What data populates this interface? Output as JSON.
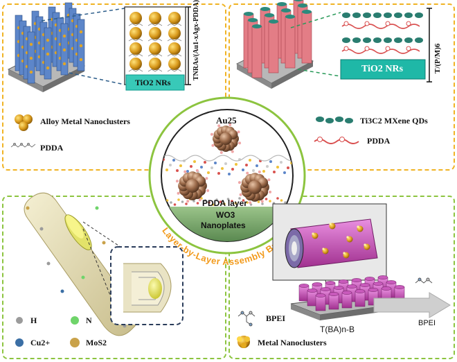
{
  "colors": {
    "top_panel_border": "#f0b323",
    "bottom_panel_border": "#8cc43f",
    "circle_ring": "#8cc43f",
    "arc_text": "#f29a1b",
    "tio2_box": "#38c9b8",
    "tio2_box_dark": "#0e9a8e"
  },
  "top_left": {
    "vertical_label": "TNRAs/(Au1-xAgx-PDDA)n",
    "tio2_label": "TiO2 NRs",
    "legend": [
      {
        "icon": "alloy-nanocluster-icon",
        "label": "Alloy Metal Nanoclusters"
      },
      {
        "icon": "pdda-molecule-icon",
        "label": "PDDA"
      }
    ]
  },
  "top_right": {
    "vertical_label": "T/(P/M)6",
    "tio2_label": "TiO2 NRs",
    "legend": [
      {
        "icon": "mxene-qd-icon",
        "label": "Ti3C2 MXene QDs"
      },
      {
        "icon": "pdda-chain-icon",
        "label": "PDDA"
      }
    ]
  },
  "center": {
    "au_label": "Au25",
    "pdda_layer": "PDDA layer",
    "wo3_line1": "WO3",
    "wo3_line2": "Nanoplates",
    "arc_text": "Layer-by-Layer Assembly Buidup"
  },
  "bottom_left": {
    "legend": [
      {
        "icon": "hydrogen-atom-icon",
        "label": "H"
      },
      {
        "icon": "nitrogen-atom-icon",
        "label": "N"
      },
      {
        "icon": "copper-ion-icon",
        "label": "Cu2+"
      },
      {
        "icon": "mos2-icon",
        "label": "MoS2"
      }
    ]
  },
  "bottom_right": {
    "substrate_label": "T(BA)n-B",
    "arrow_label": "BPEI",
    "legend": [
      {
        "icon": "bpei-molecule-icon",
        "label": "BPEI"
      },
      {
        "icon": "metal-nanocluster-icon",
        "label": "Metal Nanoclusters"
      }
    ]
  }
}
